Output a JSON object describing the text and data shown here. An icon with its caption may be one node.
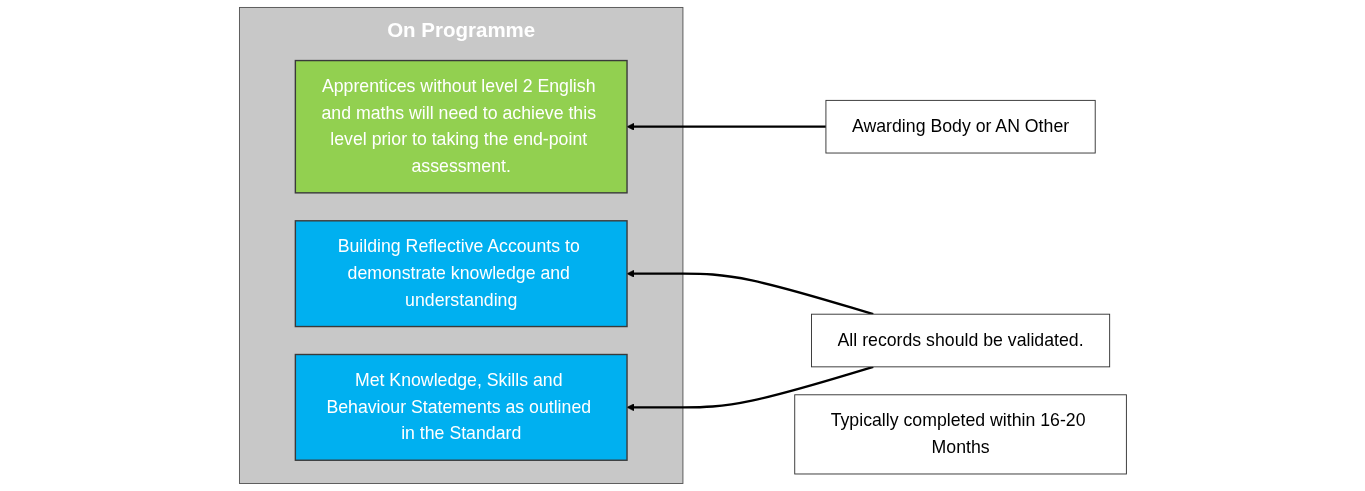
{
  "diagram": {
    "nodes": [
      {
        "text": [
          "On Programme"
        ]
      },
      {
        "text": [
          "Apprentices without level 2 English and maths will need to achieve this level prior to taking the end-point assessment."
        ],
        "in": 0
      },
      {
        "text": [
          "Building Reflective Accounts to demonstrate knowledge and understanding"
        ],
        "in": 0
      },
      {
        "text": [
          "Met Knowledge, Skills and Behaviour Statements as outlined in the Standard"
        ],
        "in": 0
      },
      {
        "text": [
          "Awarding Body or AN Other"
        ]
      },
      {
        "text": [
          "All records should be validated."
        ]
      },
      {
        "text": [
          "Typically completed within 16-20 Months"
        ]
      }
    ],
    "edges": [
      {
        "from": 4,
        "to": 1,
        "arrow": "to"
      },
      {
        "from": 5,
        "to": 2,
        "arrow": "to"
      },
      {
        "from": 5,
        "to": 3,
        "arrow": "to"
      }
    ]
  }
}
